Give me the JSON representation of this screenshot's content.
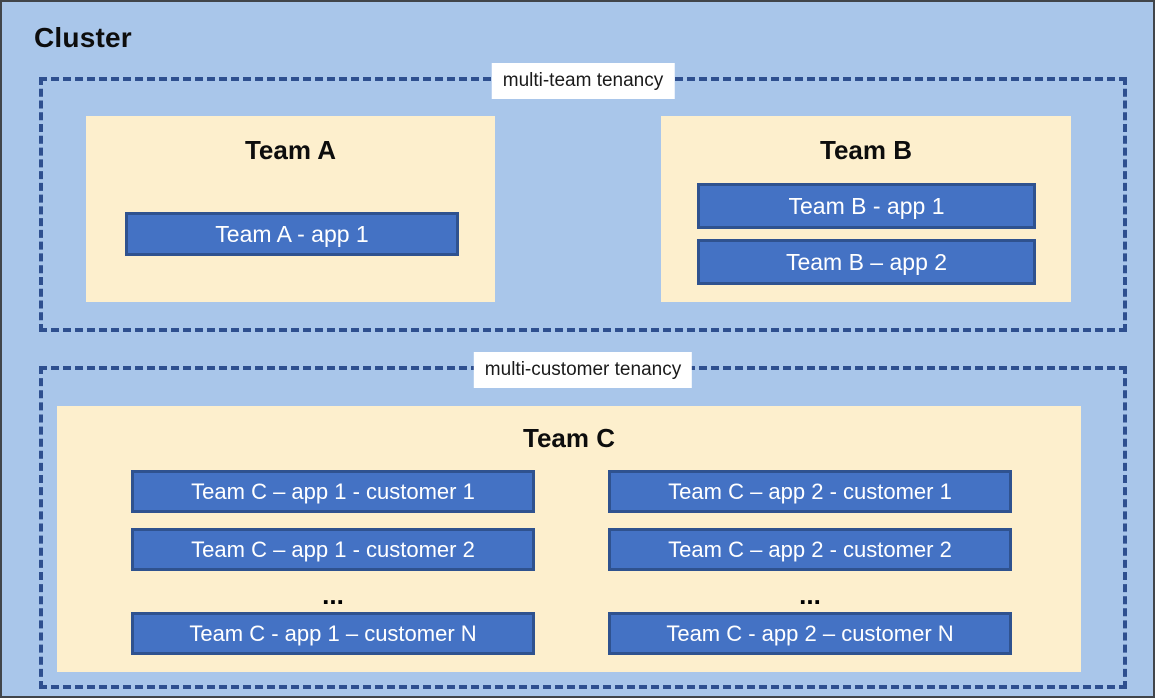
{
  "diagram": {
    "title": "Cluster",
    "background_color": "#a9c6ea",
    "tenancy_border_color": "#2e4f8f",
    "team_box_color": "#fdefcd",
    "app_fill_color": "#4472c4",
    "app_border_color": "#2f528f",
    "ellipsis": "..."
  },
  "tenancies": [
    {
      "label": "multi-team tenancy",
      "teams": [
        {
          "name": "Team A",
          "apps": [
            {
              "label": "Team A - app 1"
            }
          ]
        },
        {
          "name": "Team B",
          "apps": [
            {
              "label": "Team B - app 1"
            },
            {
              "label": "Team B – app 2"
            }
          ]
        }
      ]
    },
    {
      "label": "multi-customer tenancy",
      "teams": [
        {
          "name": "Team C",
          "columns": [
            {
              "app": "app 1",
              "instances": [
                {
                  "label": "Team C – app 1 - customer 1"
                },
                {
                  "label": "Team C – app 1 - customer 2"
                },
                {
                  "label": "Team C - app 1 – customer N"
                }
              ]
            },
            {
              "app": "app 2",
              "instances": [
                {
                  "label": "Team C – app 2 - customer 1"
                },
                {
                  "label": "Team C – app 2 - customer 2"
                },
                {
                  "label": "Team C - app 2 – customer N"
                }
              ]
            }
          ]
        }
      ]
    }
  ]
}
